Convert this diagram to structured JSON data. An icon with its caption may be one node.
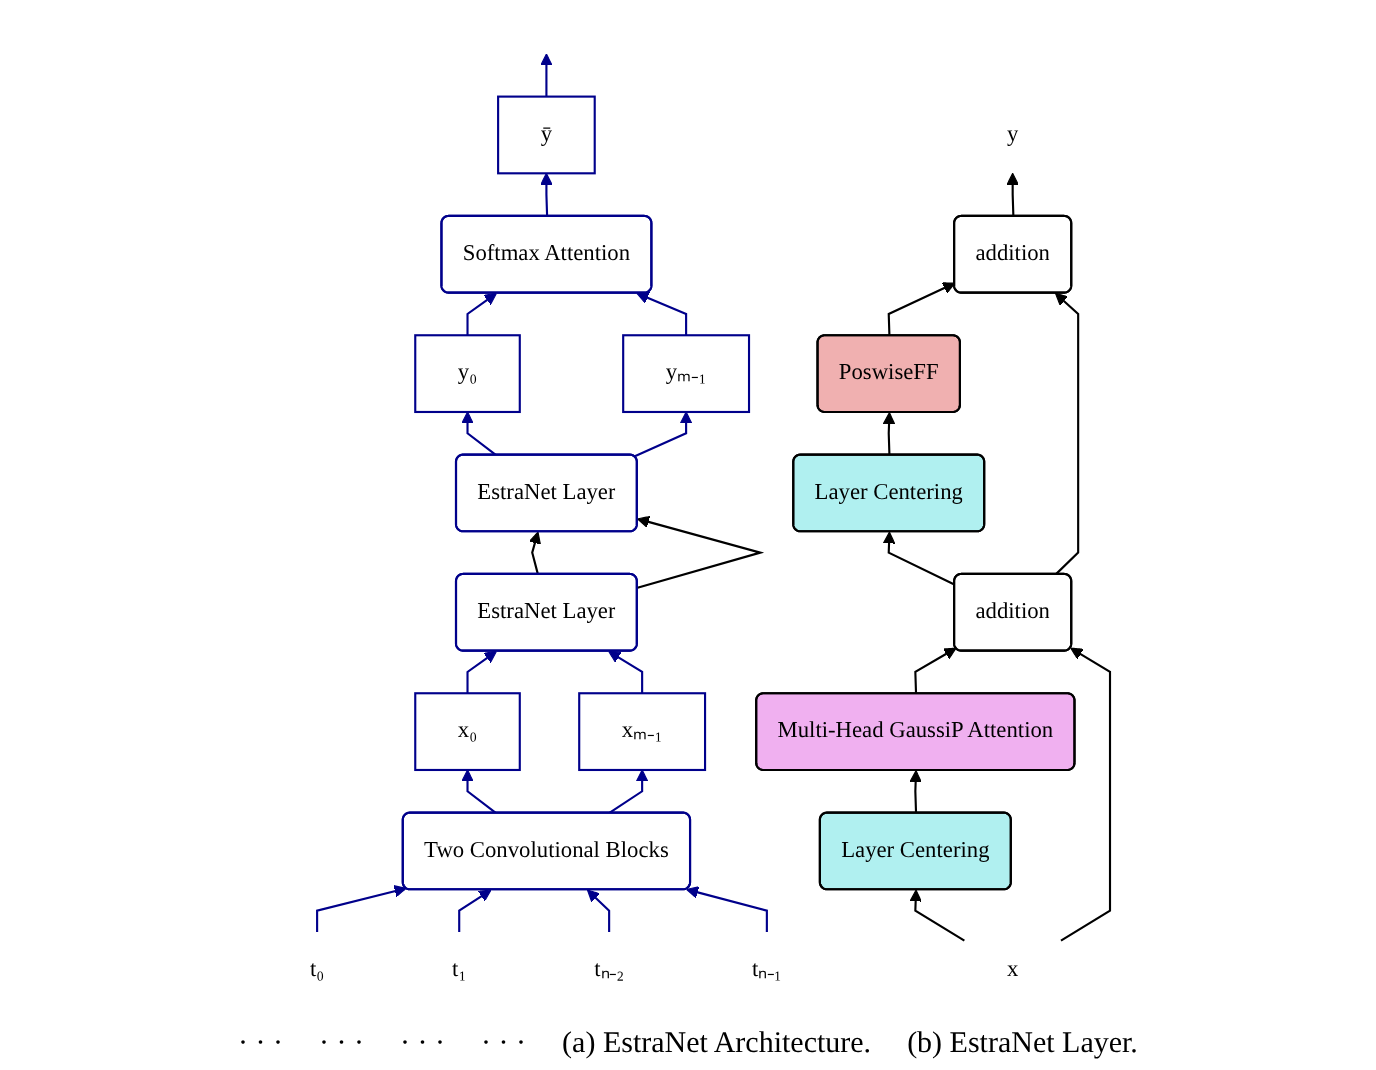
{
  "diagram": {
    "nodes": [
      {
        "text": [
          "ȳ"
        ]
      },
      {
        "text": [
          "Softmax Attention"
        ]
      },
      {
        "text": [
          "y₀"
        ]
      },
      {
        "text": [
          "yₘ₋₁"
        ]
      },
      {
        "text": [
          "EstraNet Layer"
        ]
      },
      {
        "text": [
          "EstraNet Layer"
        ]
      },
      {
        "text": [
          "x₀"
        ]
      },
      {
        "text": [
          "xₘ₋₁"
        ]
      },
      {
        "text": [
          "Two Convolutional Blocks"
        ]
      },
      {
        "text": [
          "t₀"
        ]
      },
      {
        "text": [
          "t₁"
        ]
      },
      {
        "text": [
          "tₙ₋₂"
        ]
      },
      {
        "text": [
          "tₙ₋₁"
        ]
      },
      {
        "text": [
          "y"
        ]
      },
      {
        "text": [
          "addition"
        ]
      },
      {
        "text": [
          "PoswiseFF"
        ]
      },
      {
        "text": [
          "Layer Centering"
        ]
      },
      {
        "text": [
          "addition"
        ]
      },
      {
        "text": [
          "Multi-Head GaussiP Attention"
        ]
      },
      {
        "text": [
          "Layer Centering"
        ]
      },
      {
        "text": [
          "x"
        ]
      }
    ],
    "edges": [
      {
        "from": 0,
        "to": null,
        "arrow": "to"
      },
      {
        "from": 1,
        "to": 0,
        "arrow": "to"
      },
      {
        "from": 2,
        "to": 1,
        "arrow": "to"
      },
      {
        "from": 3,
        "to": 1,
        "arrow": "to"
      },
      {
        "from": 4,
        "to": 2,
        "arrow": "to"
      },
      {
        "from": 4,
        "to": 3,
        "arrow": "to"
      },
      {
        "from": 5,
        "to": 4,
        "arrow": "to",
        "color": "#000000"
      },
      {
        "from": 5,
        "to": 4,
        "arrow": "to",
        "color": "#000000"
      },
      {
        "from": 6,
        "to": 5,
        "arrow": "to"
      },
      {
        "from": 7,
        "to": 5,
        "arrow": "to"
      },
      {
        "from": 8,
        "to": 6,
        "arrow": "to"
      },
      {
        "from": 8,
        "to": 7,
        "arrow": "to"
      },
      {
        "from": 9,
        "to": 8,
        "arrow": "to"
      },
      {
        "from": 10,
        "to": 8,
        "arrow": "to"
      },
      {
        "from": 11,
        "to": 8,
        "arrow": "to"
      },
      {
        "from": 12,
        "to": 8,
        "arrow": "to"
      },
      {
        "from": 14,
        "to": 13,
        "arrow": "to",
        "color": "#000000"
      },
      {
        "from": 15,
        "to": 14,
        "arrow": "to",
        "color": "#000000"
      },
      {
        "from": 16,
        "to": 15,
        "arrow": "to",
        "color": "#000000"
      },
      {
        "from": 17,
        "to": 16,
        "arrow": "to",
        "color": "#000000"
      },
      {
        "from": 17,
        "to": 14,
        "arrow": "to",
        "color": "#000000"
      },
      {
        "from": 18,
        "to": 17,
        "arrow": "to",
        "color": "#000000"
      },
      {
        "from": 19,
        "to": 18,
        "arrow": "to",
        "color": "#000000"
      },
      {
        "from": 20,
        "to": 19,
        "arrow": "to",
        "color": "#000000"
      },
      {
        "from": 20,
        "to": 17,
        "arrow": "to",
        "color": "#000000"
      }
    ],
    "labels": [
      "· · ·",
      "· · ·",
      "· · ·",
      "· · ·",
      "(a) EstraNet Architecture.",
      "(b) EstraNet Layer."
    ]
  }
}
